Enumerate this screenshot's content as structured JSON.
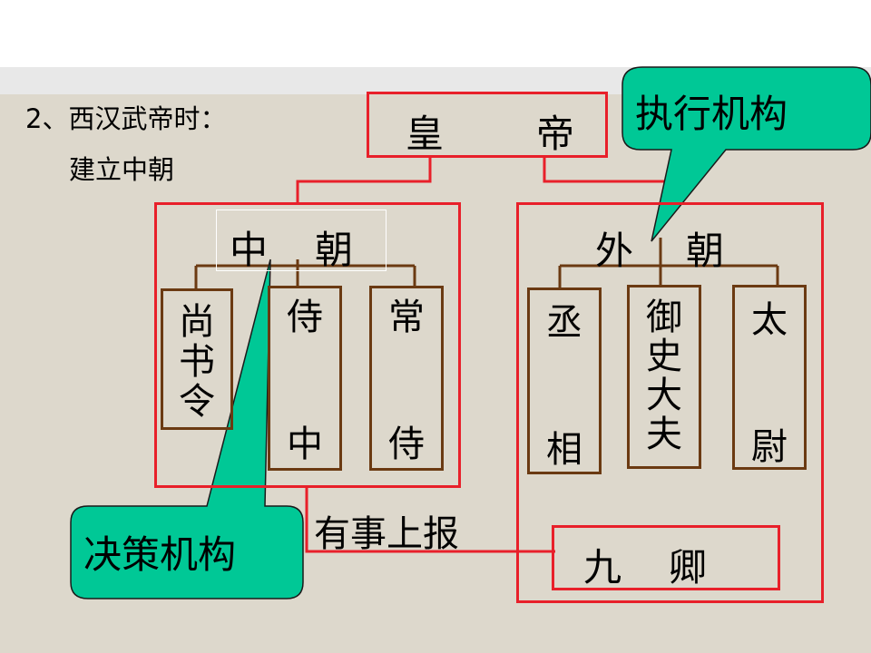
{
  "heading": {
    "line1": "2、西汉武帝时：",
    "line2": "建立中朝"
  },
  "emperor": {
    "left": "皇",
    "right": "帝"
  },
  "inner_court": {
    "title_left": "中",
    "title_right": "朝",
    "offices": [
      {
        "top": "尚\n书\n令",
        "bottom": ""
      },
      {
        "top": "侍",
        "bottom": "中"
      },
      {
        "top": "常",
        "bottom": "侍"
      }
    ]
  },
  "outer_court": {
    "title_left": "外",
    "title_right": "朝",
    "offices": [
      {
        "top": "丞",
        "bottom": "相"
      },
      {
        "top": "御\n史\n大\n夫",
        "bottom": ""
      },
      {
        "top": "太",
        "bottom": "尉"
      }
    ],
    "nine_ministers_left": "九",
    "nine_ministers_right": "卿"
  },
  "report_label": "有事上报",
  "callouts": {
    "executive": "执行机构",
    "decision": "决策机构"
  },
  "colors": {
    "frame": "#e8202a",
    "connector": "#6b3a12",
    "callout": "#00c896"
  }
}
